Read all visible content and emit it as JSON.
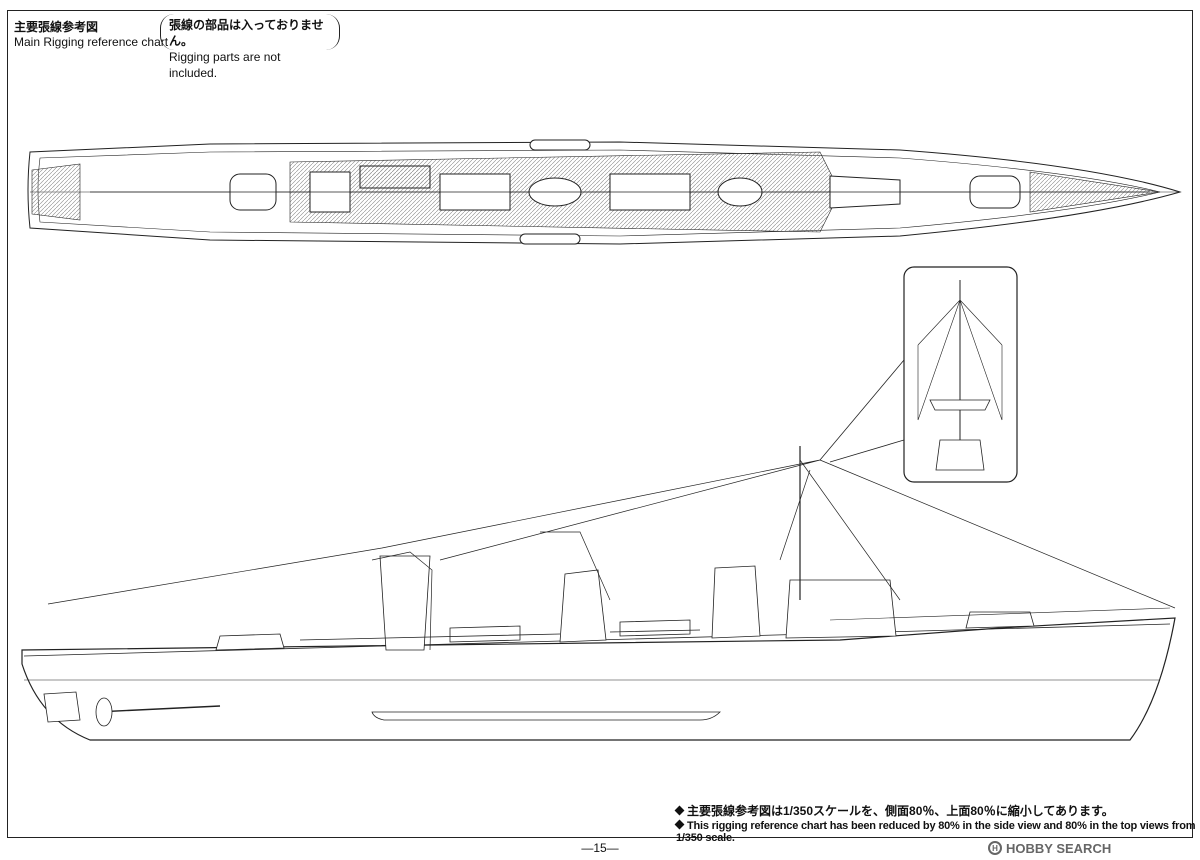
{
  "header": {
    "title_jp": "主要張線参考図",
    "title_en": "Main Rigging reference chart",
    "note_jp": "張線の部品は入っておりません。",
    "note_en": "Rigging parts are not included."
  },
  "footer": {
    "note_jp": "主要張線参考図は1/350スケールを、側面80％、上面80％に縮小してあります。",
    "note_en": "This rigging reference chart has been reduced by 80% in the side view and 80% in the top  views from 1/350 scale.",
    "page_number": "—15—"
  },
  "watermark": {
    "badge": "H",
    "text": "HOBBY SEARCH"
  },
  "colors": {
    "line": "#222222",
    "deck_hatch": "#888888",
    "frame": "#222222"
  },
  "icons": {
    "bullet": "diamond-bullet-icon",
    "watermark": "hobby-search-logo-icon"
  }
}
